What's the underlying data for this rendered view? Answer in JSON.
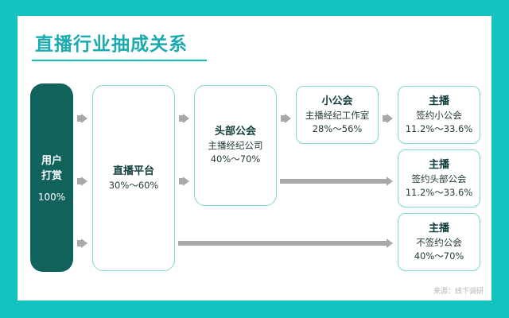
{
  "title": "直播行业抽成关系",
  "user": {
    "label_line1": "用户",
    "label_line2": "打赏",
    "share": "100%"
  },
  "platform": {
    "label": "直播平台",
    "range": "30%～60%"
  },
  "guild_top": {
    "label": "头部公会",
    "sub": "主播经纪公司",
    "range": "40%～70%"
  },
  "guild_small": {
    "label": "小公会",
    "sub": "主播经纪工作室",
    "range": "28%～56%"
  },
  "streamer_small": {
    "label": "主播",
    "sub": "签约小公会",
    "range": "11.2%～33.6%"
  },
  "streamer_top": {
    "label": "主播",
    "sub": "签约头部公会",
    "range": "11.2%～33.6%"
  },
  "streamer_free": {
    "label": "主播",
    "sub": "不签约公会",
    "range": "40%～70%"
  },
  "source": "来源：线下调研",
  "colors": {
    "background": "#14c2bf",
    "title": "#1aaab0",
    "user_box": "#12625c",
    "box_border": "#7fd6d2",
    "arrow": "#a9a9a9"
  }
}
